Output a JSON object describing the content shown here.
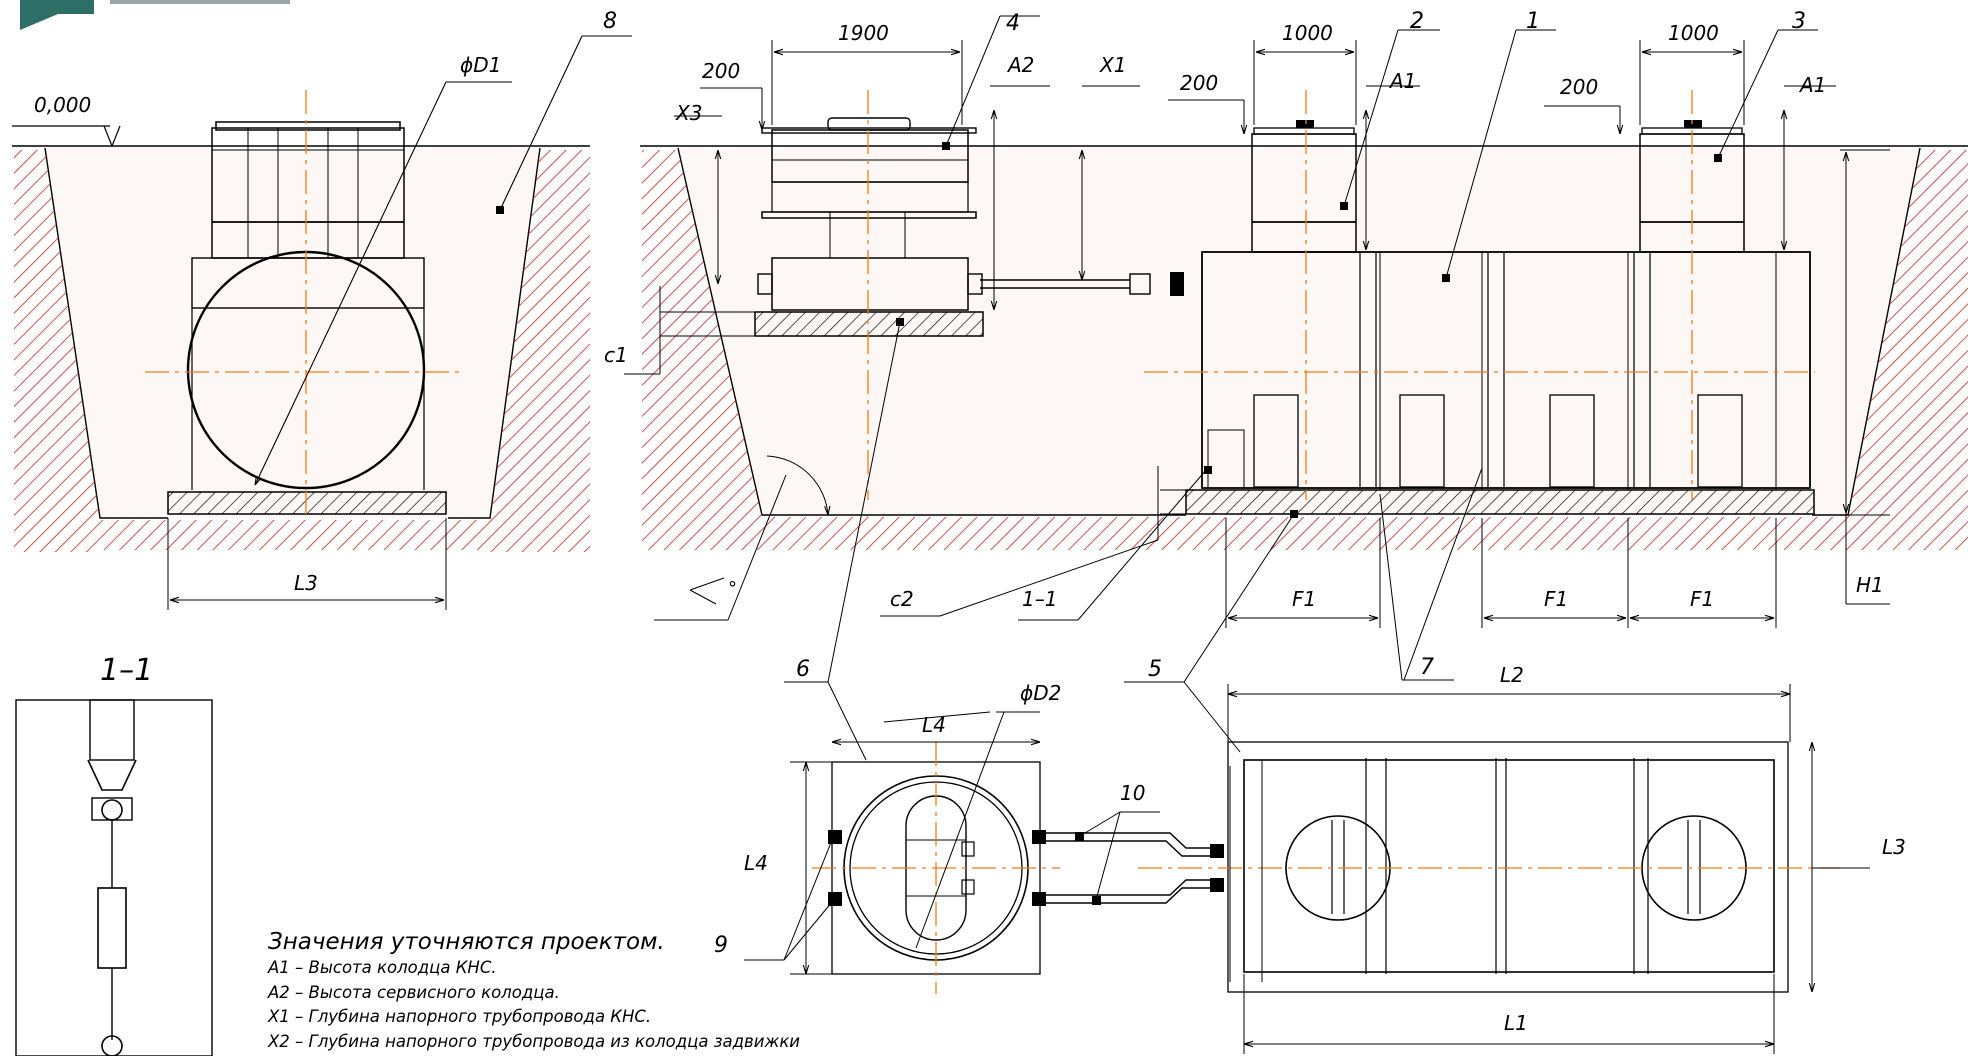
{
  "colors": {
    "line": "#000000",
    "axis": "#f07e16",
    "soil": "#d23c22",
    "hatch": "#c0282a",
    "logo": "#2d6e66"
  },
  "labels": {
    "level": "0,000",
    "d1": "ϕD1",
    "d2": "ϕD2",
    "dim_1900": "1900",
    "dim_1000_a": "1000",
    "dim_1000_b": "1000",
    "dim_200_a": "200",
    "dim_200_b": "200",
    "dim_200_c": "200",
    "a1_a": "A1",
    "a1_b": "A1",
    "a2": "A2",
    "x1": "X1",
    "x3": "X3",
    "c1": "c1",
    "c2": "c2",
    "h1": "H1",
    "f1_a": "F1",
    "f1_b": "F1",
    "f1_c": "F1",
    "l1": "L1",
    "l2": "L2",
    "l3_a": "L3",
    "l3_b": "L3",
    "l4_a": "L4",
    "l4_b": "L4",
    "angle": "°",
    "section_ref": "1–1",
    "section_title": "1–1",
    "pos1": "1",
    "pos2": "2",
    "pos3": "3",
    "pos4": "4",
    "pos5": "5",
    "pos6": "6",
    "pos7": "7",
    "pos8": "8",
    "pos9": "9",
    "pos10": "10"
  },
  "notes": {
    "title": "Значения уточняются проектом.",
    "items": [
      "A1 – Высота колодца КНС.",
      "A2 – Высота сервисного колодца.",
      "X1 – Глубина напорного трубопровода КНС.",
      "X2 – Глубина напорного трубопровода из колодца задвижки"
    ]
  }
}
